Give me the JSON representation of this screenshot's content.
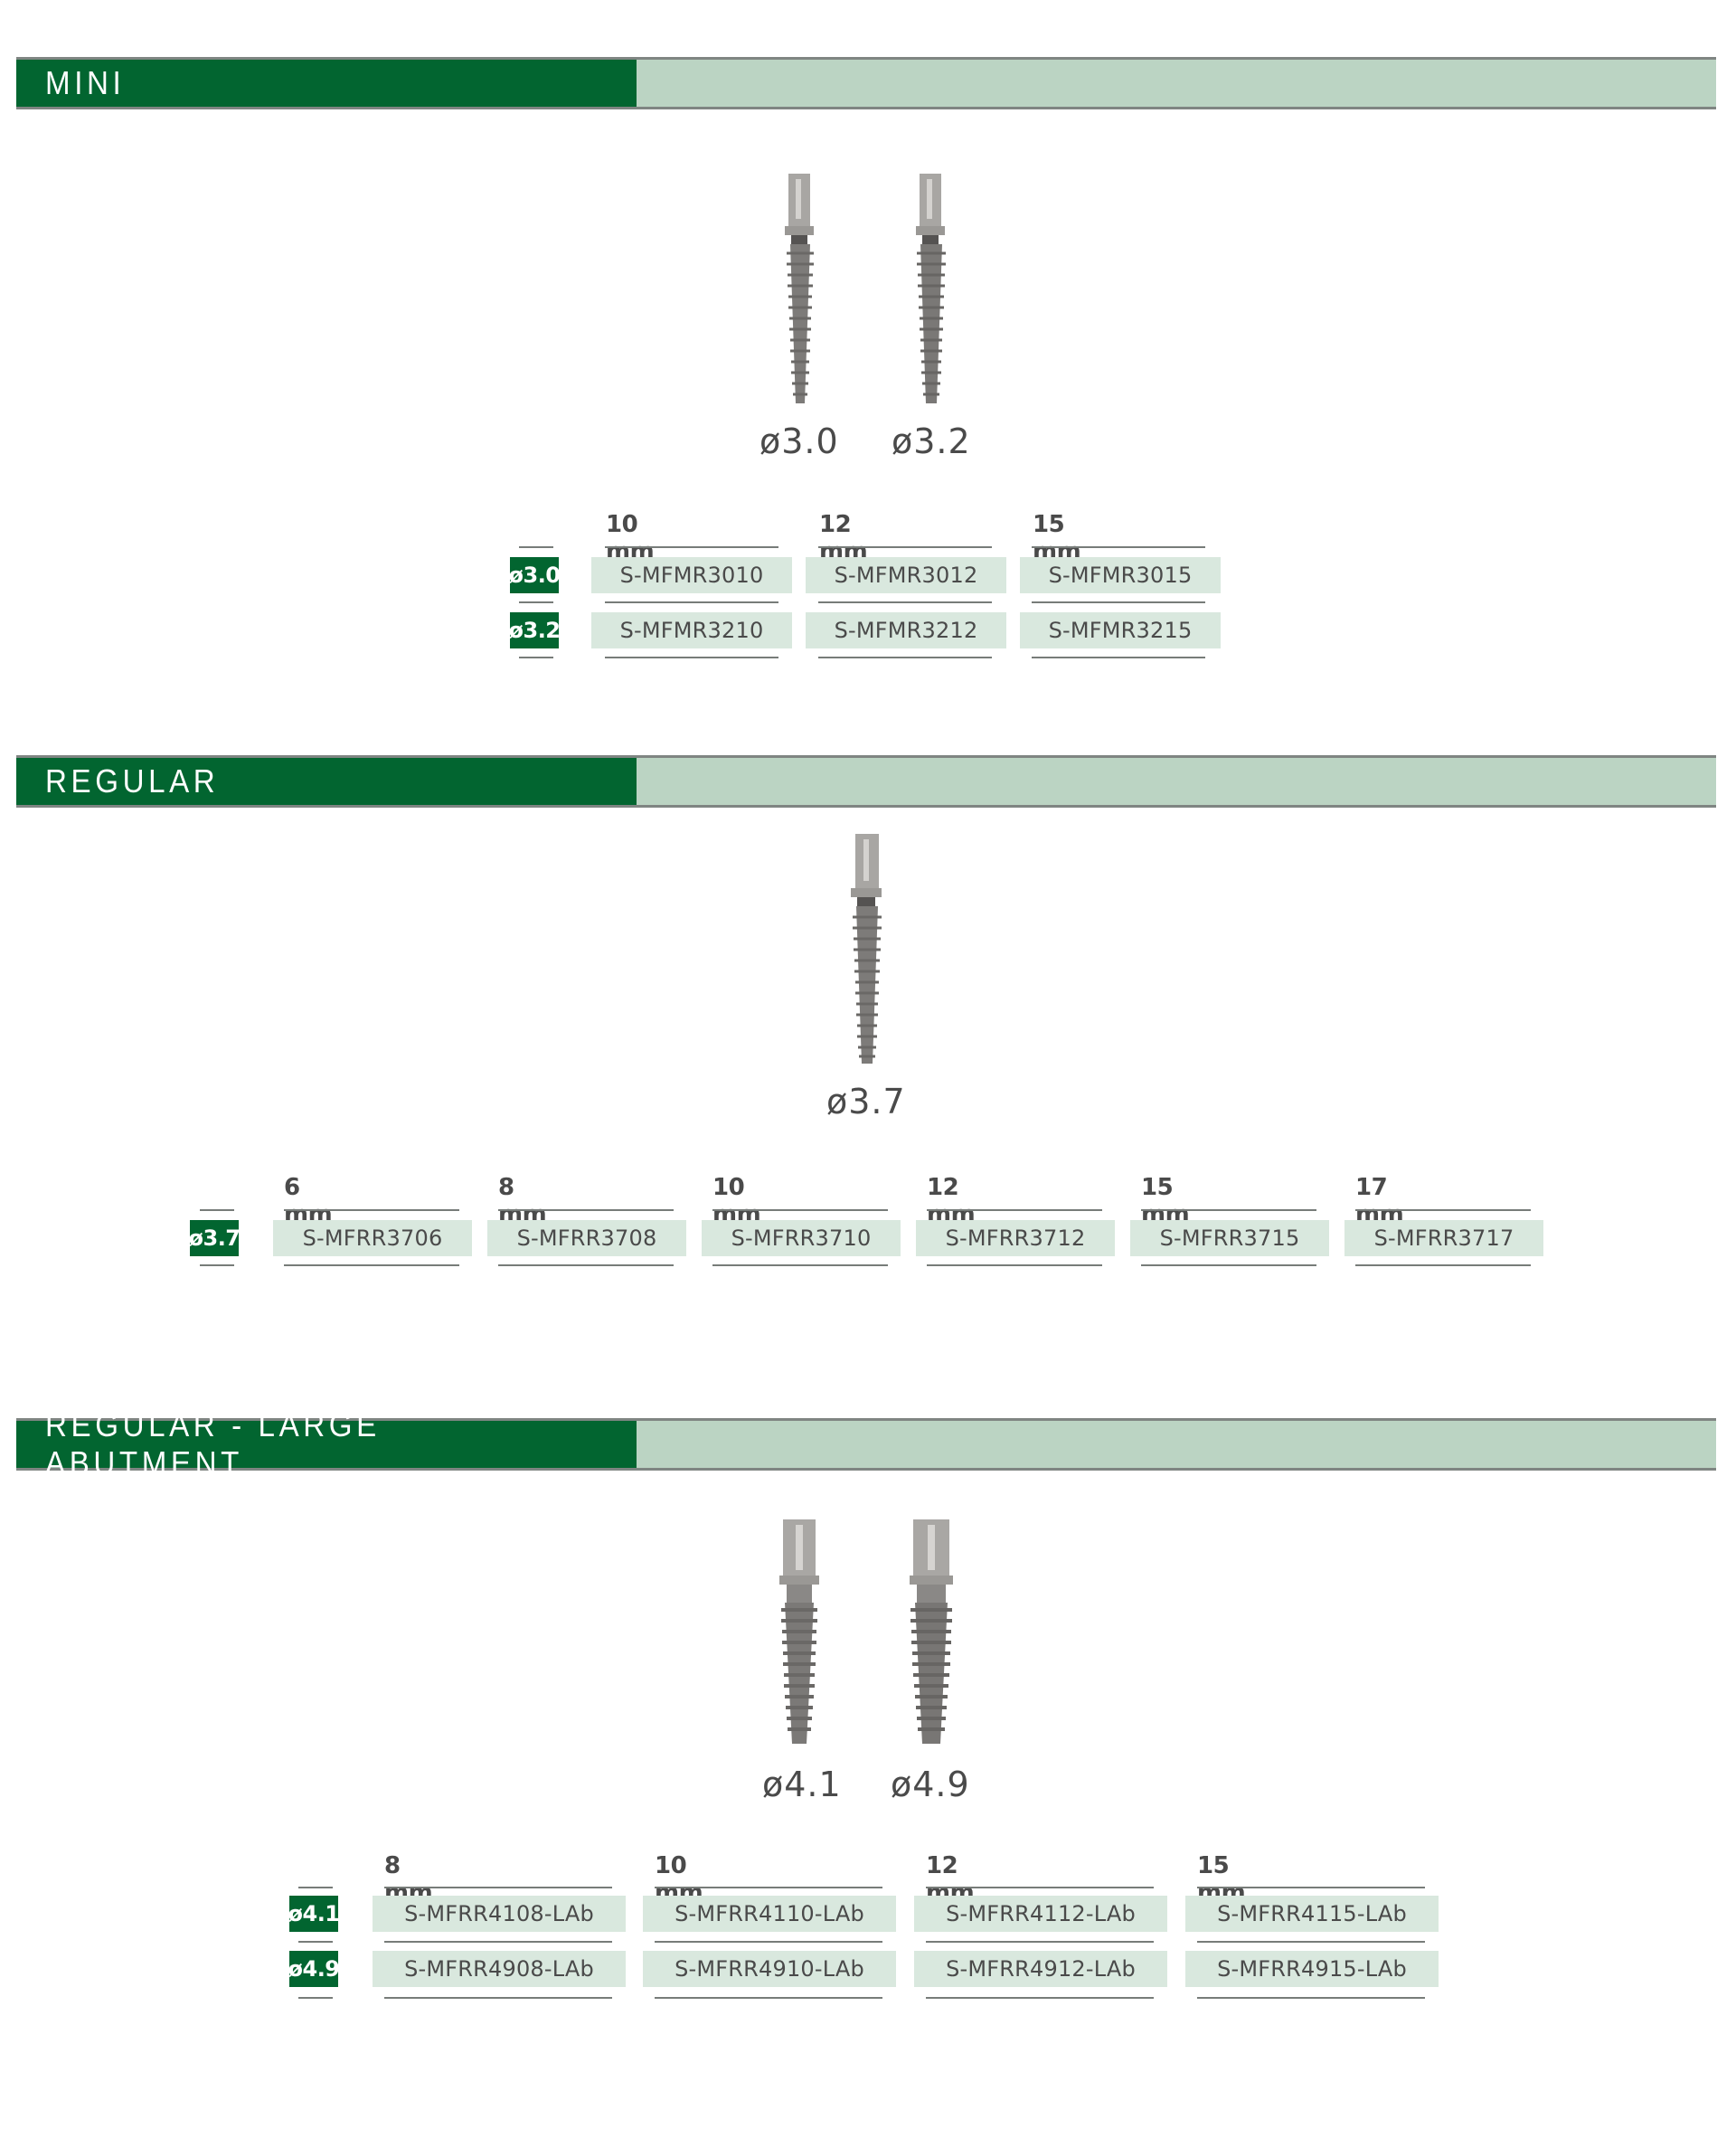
{
  "colors": {
    "header_dark": "#026530",
    "header_light": "#bbd4c3",
    "badge": "#026530",
    "cell_fill": "#d9e8de",
    "rule": "#777c79",
    "text": "#4a4a4a"
  },
  "sections": [
    {
      "title": "MINI",
      "implants": [
        {
          "label": "ø3.0",
          "icon": "dental-implant-icon"
        },
        {
          "label": "ø3.2",
          "icon": "dental-implant-icon"
        }
      ],
      "table": {
        "columns": [
          "10 mm",
          "12 mm",
          "15 mm"
        ],
        "rows": [
          {
            "diameter": "ø3.0",
            "codes": [
              "S-MFMR3010",
              "S-MFMR3012",
              "S-MFMR3015"
            ]
          },
          {
            "diameter": "ø3.2",
            "codes": [
              "S-MFMR3210",
              "S-MFMR3212",
              "S-MFMR3215"
            ]
          }
        ]
      }
    },
    {
      "title": "REGULAR",
      "implants": [
        {
          "label": "ø3.7",
          "icon": "dental-implant-icon"
        }
      ],
      "table": {
        "columns": [
          "6 mm",
          "8 mm",
          "10 mm",
          "12 mm",
          "15 mm",
          "17 mm"
        ],
        "rows": [
          {
            "diameter": "ø3.7",
            "codes": [
              "S-MFRR3706",
              "S-MFRR3708",
              "S-MFRR3710",
              "S-MFRR3712",
              "S-MFRR3715",
              "S-MFRR3717"
            ]
          }
        ]
      }
    },
    {
      "title": "REGULAR - LARGE ABUTMENT",
      "implants": [
        {
          "label": "ø4.1",
          "icon": "dental-implant-icon"
        },
        {
          "label": "ø4.9",
          "icon": "dental-implant-icon"
        }
      ],
      "table": {
        "columns": [
          "8 mm",
          "10 mm",
          "12 mm",
          "15 mm"
        ],
        "rows": [
          {
            "diameter": "ø4.1",
            "codes": [
              "S-MFRR4108-LAb",
              "S-MFRR4110-LAb",
              "S-MFRR4112-LAb",
              "S-MFRR4115-LAb"
            ]
          },
          {
            "diameter": "ø4.9",
            "codes": [
              "S-MFRR4908-LAb",
              "S-MFRR4910-LAb",
              "S-MFRR4912-LAb",
              "S-MFRR4915-LAb"
            ]
          }
        ]
      }
    }
  ]
}
